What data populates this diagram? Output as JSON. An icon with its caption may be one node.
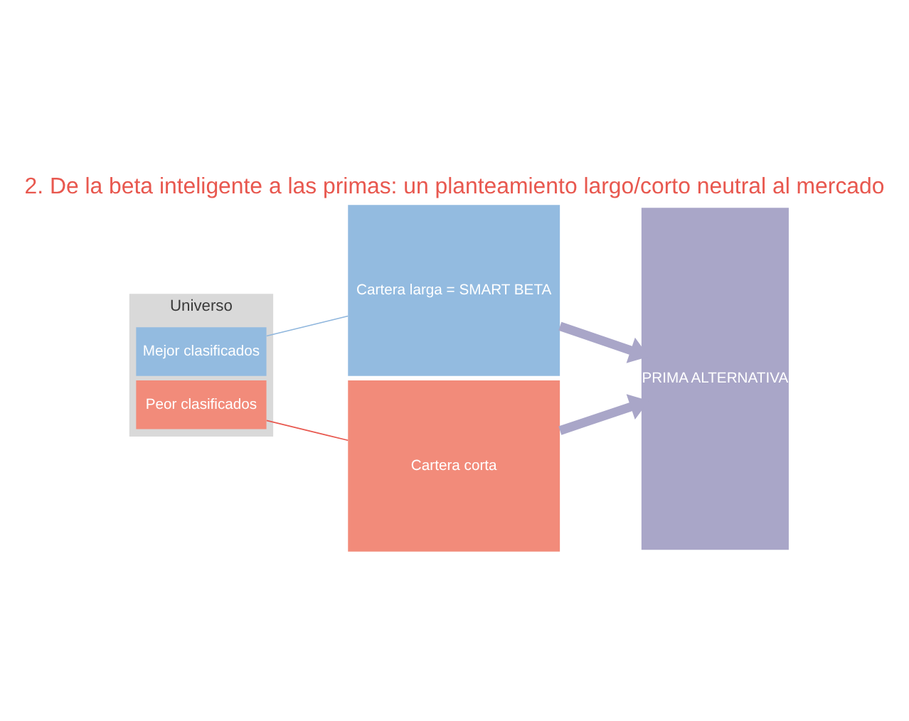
{
  "diagram": {
    "title": "2. De la beta inteligente a las primas: un planteamiento largo/corto neutral al mercado",
    "nodes": [
      {
        "text": [
          "Universo"
        ]
      },
      {
        "text": [
          "Mejor clasificados"
        ],
        "in": 0
      },
      {
        "text": [
          "Peor clasificados"
        ],
        "in": 0
      },
      {
        "text": [
          "Cartera larga = SMART BETA"
        ]
      },
      {
        "text": [
          "Cartera corta"
        ]
      },
      {
        "text": [
          "PRIMA ALTERNATIVA"
        ]
      }
    ],
    "edges": [
      {
        "from": 1,
        "to": 3,
        "arrow": "none",
        "color": "#8fb6dd"
      },
      {
        "from": 2,
        "to": 4,
        "arrow": "none",
        "color": "#e8584f"
      },
      {
        "from": 3,
        "to": 5,
        "arrow": "to",
        "style": "thick",
        "color": "#a9a6c8"
      },
      {
        "from": 4,
        "to": 5,
        "arrow": "to",
        "style": "thick",
        "color": "#a9a6c8"
      }
    ]
  }
}
